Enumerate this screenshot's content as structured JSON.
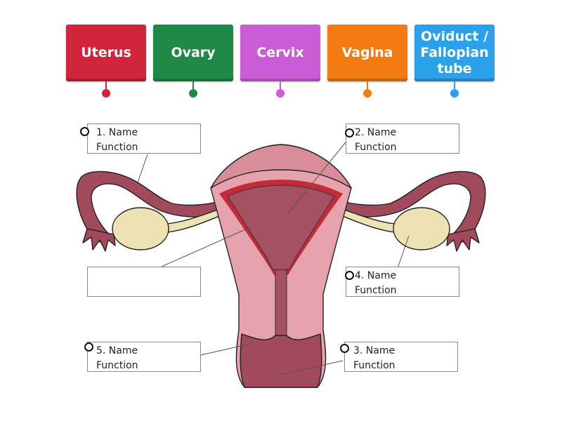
{
  "chips": [
    {
      "label": "Uterus",
      "color": "#d0243a"
    },
    {
      "label": "Ovary",
      "color": "#1f8a46"
    },
    {
      "label": "Cervix",
      "color": "#cc5cd6"
    },
    {
      "label": "Vagina",
      "color": "#f47b12"
    },
    {
      "label": "Oviduct / Fallopian tube",
      "color": "#2aa1ea"
    }
  ],
  "boxes": {
    "box1": {
      "number": "1. Name",
      "function": "Function"
    },
    "box2": {
      "number": "2. Name",
      "function": "Function"
    },
    "box3": {
      "number": "3. Name",
      "function": "Function"
    },
    "box4": {
      "number": "4. Name",
      "function": "Function"
    },
    "box5": {
      "number": "5. Name",
      "function": "Function"
    },
    "blank": {
      "number": "",
      "function": ""
    }
  },
  "colors": {
    "tissue_dark": "#a14a5b",
    "tissue_light": "#e6a3ad",
    "uterine_cavity": "#a65162",
    "endometrium": "#c42a37",
    "ovary": "#ede2b4",
    "outline": "#222222"
  }
}
